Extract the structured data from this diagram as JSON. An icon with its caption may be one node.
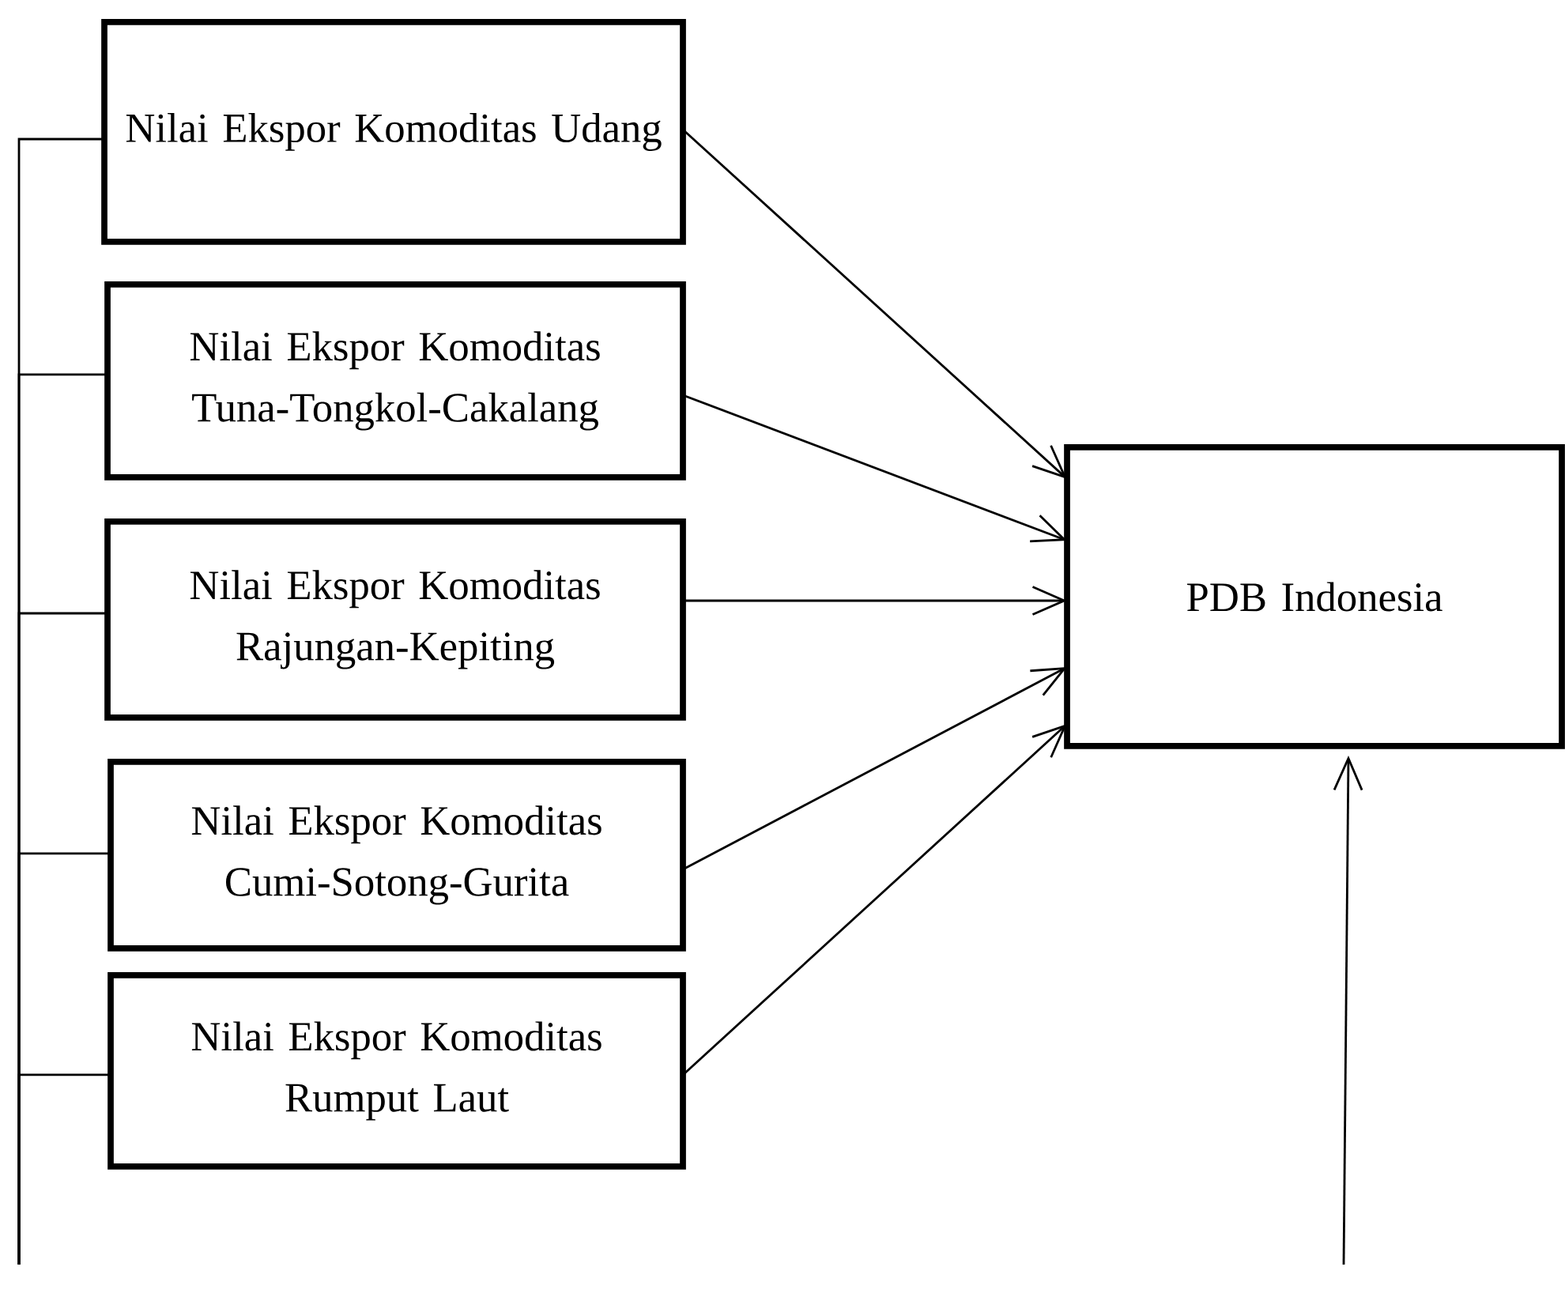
{
  "diagram": {
    "nodes": [
      {
        "text": [
          "Nilai Ekspor Komoditas Udang"
        ]
      },
      {
        "text": [
          "Nilai Ekspor Komoditas Tuna-Tongkol-Cakalang"
        ]
      },
      {
        "text": [
          "Nilai Ekspor Komoditas Rajungan-Kepiting"
        ]
      },
      {
        "text": [
          "Nilai Ekspor Komoditas Cumi-Sotong-Gurita"
        ]
      },
      {
        "text": [
          "Nilai Ekspor Komoditas Rumput Laut"
        ]
      },
      {
        "text": [
          "PDB Indonesia"
        ]
      }
    ],
    "edges": [
      {
        "from": 0,
        "to": 5,
        "arrow": "to"
      },
      {
        "from": 1,
        "to": 5,
        "arrow": "to"
      },
      {
        "from": 2,
        "to": 5,
        "arrow": "to"
      },
      {
        "from": 3,
        "to": 5,
        "arrow": "to"
      },
      {
        "from": 4,
        "to": 5,
        "arrow": "to"
      },
      {
        "from": 0,
        "to": null,
        "arrow": "none"
      },
      {
        "from": 1,
        "to": null,
        "arrow": "none"
      },
      {
        "from": 2,
        "to": null,
        "arrow": "none"
      },
      {
        "from": 3,
        "to": null,
        "arrow": "none"
      },
      {
        "from": 4,
        "to": null,
        "arrow": "none"
      },
      {
        "from": null,
        "to": 5,
        "arrow": "to"
      }
    ]
  }
}
